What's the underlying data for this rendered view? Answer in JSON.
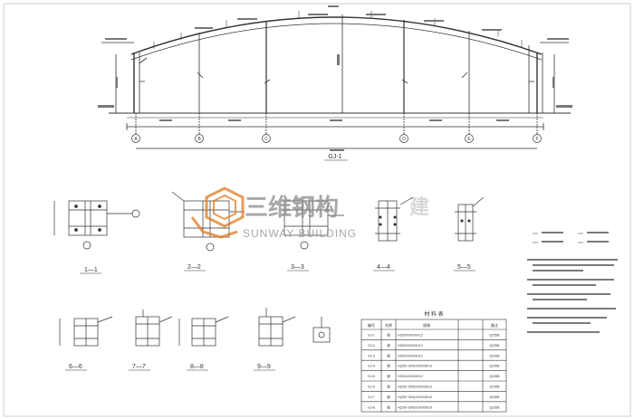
{
  "sections": {
    "s1": "1—1",
    "s2": "2—2",
    "s3": "3—3",
    "s4": "4—4",
    "s5": "5—5",
    "s6": "6—6",
    "s7": "7—7",
    "s8": "8—8",
    "s9": "9—9"
  },
  "watermark": {
    "name_cn": "三维钢构",
    "name_cn_tail": "建",
    "name_en": "SUNWAY BUILDING",
    "accent_color": "#e07a1e",
    "gray_color": "#8a8a8a"
  },
  "table": {
    "title": "材 料 表",
    "headers": [
      "编号",
      "名称",
      "规格",
      "",
      "备注"
    ],
    "rows": [
      [
        "GJ-1",
        "钢",
        "H250X200X8X12",
        "",
        "Q235B"
      ],
      [
        "GJ-2",
        "钢",
        "H250X200X8X12",
        "",
        "Q235B"
      ],
      [
        "GJ-3",
        "钢",
        "H250X200X8X12",
        "",
        "Q235B"
      ],
      [
        "GJ-4",
        "钢",
        "H(250~500)X200X8X12",
        "",
        "Q235B"
      ],
      [
        "GJ-5",
        "钢",
        "H250X200X8X12",
        "",
        "Q235B"
      ],
      [
        "GJ-6",
        "钢",
        "H(250~500)X200X8X12",
        "",
        "Q235B"
      ],
      [
        "GJ-7",
        "钢",
        "H(250~500)X200X8X10",
        "",
        "Q235B"
      ],
      [
        "GJ-8",
        "钢",
        "H(250~500)X200X8X10",
        "",
        "Q235B"
      ]
    ]
  },
  "axis_labels": [
    "A",
    "B",
    "C",
    "D",
    "E",
    "F"
  ],
  "frame_title": "GJ-1"
}
